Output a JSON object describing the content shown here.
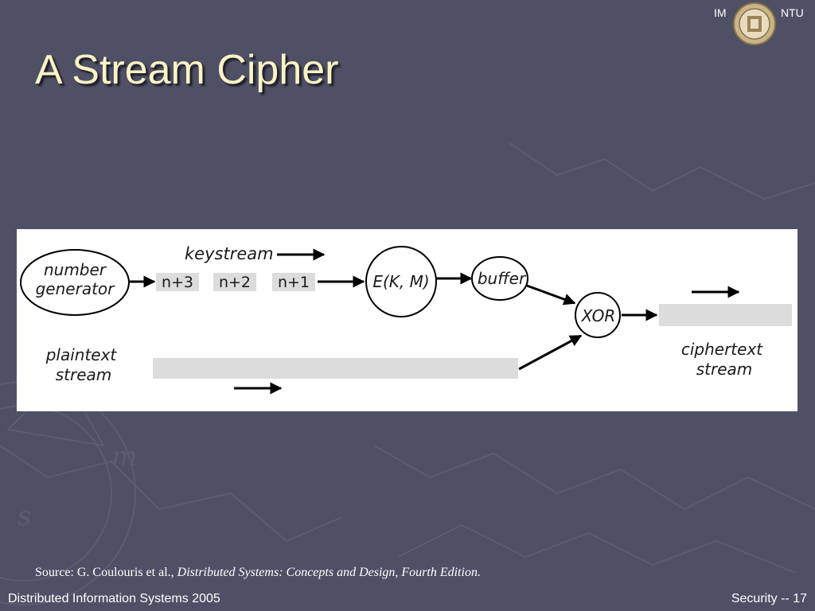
{
  "slide": {
    "title": "A Stream Cipher",
    "header": {
      "left_label": "IM",
      "right_label": "NTU",
      "logo_icon": "university-seal-icon"
    },
    "source": {
      "prefix": "Source: G. Coulouris et al., ",
      "book": "Distributed Systems: Concepts and Design, Fourth Edition."
    },
    "footer": {
      "left": "Distributed Information Systems 2005",
      "right": "Security -- 17"
    }
  },
  "diagram": {
    "nodes": {
      "generator_line1": "number",
      "generator_line2": "generator",
      "encrypt": "E(K, M)",
      "buffer": "buffer",
      "xor": "XOR"
    },
    "keystream_cells": [
      "n+3",
      "n+2",
      "n+1"
    ],
    "labels": {
      "keystream": "keystream",
      "plaintext_line1": "plaintext",
      "plaintext_line2": "stream",
      "ciphertext_line1": "ciphertext",
      "ciphertext_line2": "stream"
    },
    "colors": {
      "background": "#4f5065",
      "title": "#fbf3c5",
      "stream_bar": "#dcdcdc",
      "ink": "#000000"
    }
  }
}
